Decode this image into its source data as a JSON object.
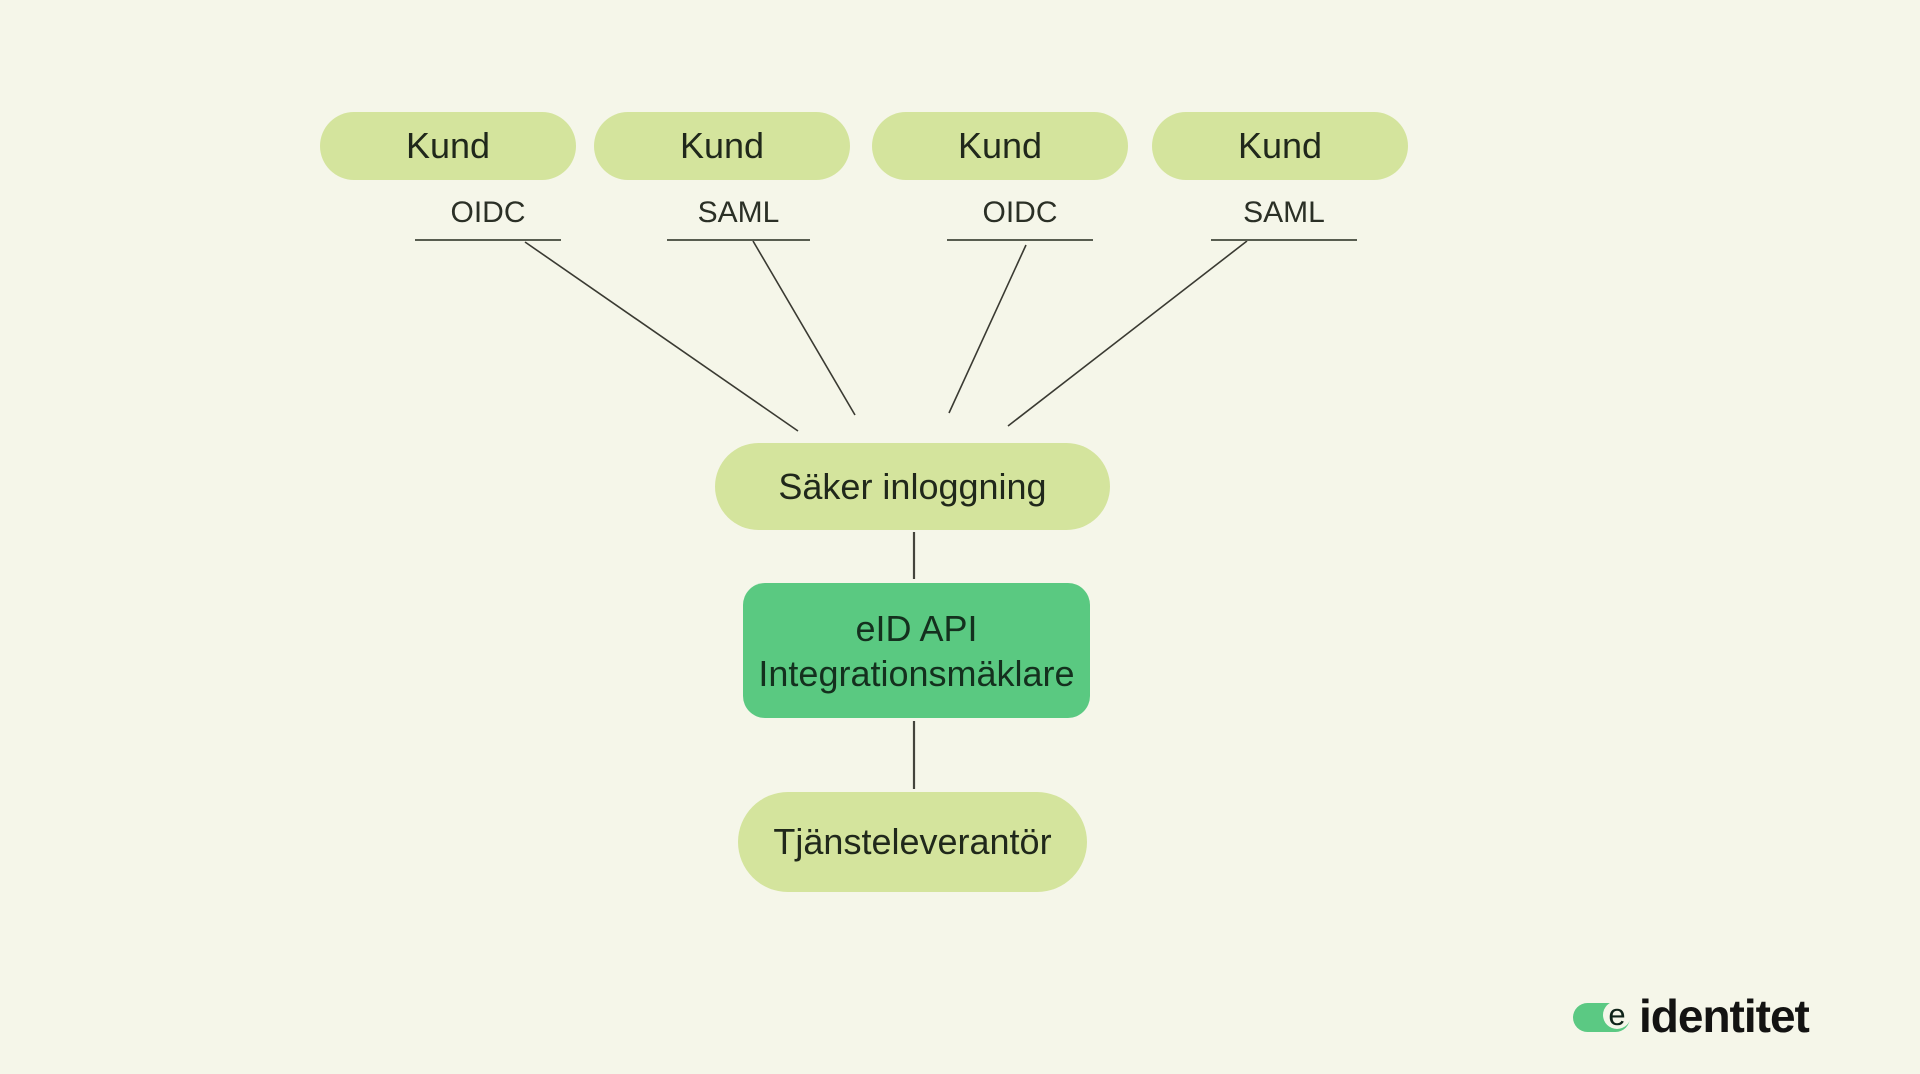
{
  "page": {
    "background_color": "#f5f6e9"
  },
  "colors": {
    "node_light_green": "#d4e49d",
    "broker_green": "#5ac981",
    "logo_green": "#5bc983",
    "connector_line": "#3a3a32",
    "text_dark": "#20281b"
  },
  "diagram": {
    "customers": [
      {
        "label": "Kund",
        "protocol": "OIDC"
      },
      {
        "label": "Kund",
        "protocol": "SAML"
      },
      {
        "label": "Kund",
        "protocol": "OIDC"
      },
      {
        "label": "Kund",
        "protocol": "SAML"
      }
    ],
    "secure_login": {
      "label": "Säker inloggning"
    },
    "broker": {
      "label": "eID API\nIntegrationsmäklare"
    },
    "service_provider": {
      "label": "Tjänsteleverantör"
    }
  },
  "logo": {
    "letter": "e",
    "wordmark": "identitet"
  }
}
